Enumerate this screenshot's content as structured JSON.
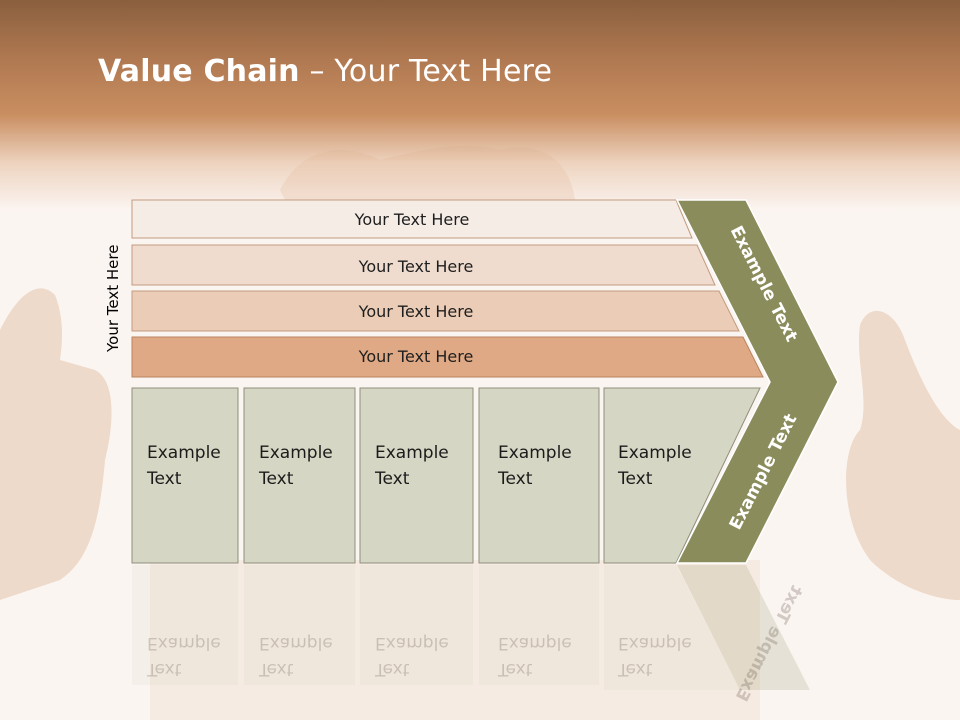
{
  "slide": {
    "title_bold": "Value Chain",
    "title_rest": " – Your Text Here",
    "side_label": "Your Text Here",
    "bars": [
      "Your Text Here",
      "Your Text Here",
      "Your Text Here",
      "Your Text Here"
    ],
    "boxes": [
      {
        "line1": "Example",
        "line2": "Text"
      },
      {
        "line1": "Example",
        "line2": "Text"
      },
      {
        "line1": "Example",
        "line2": "Text"
      },
      {
        "line1": "Example",
        "line2": "Text"
      },
      {
        "line1": "Example",
        "line2": "Text"
      }
    ],
    "chevron_upper": "Example Text",
    "chevron_lower": "Example Text"
  },
  "colors": {
    "bar_fills": [
      "#f6ece6",
      "#f0dccf",
      "#ebccb6",
      "#dfa985"
    ],
    "box_fill": "#d6d6c4",
    "chevron_fill": "#8b8c5c"
  }
}
